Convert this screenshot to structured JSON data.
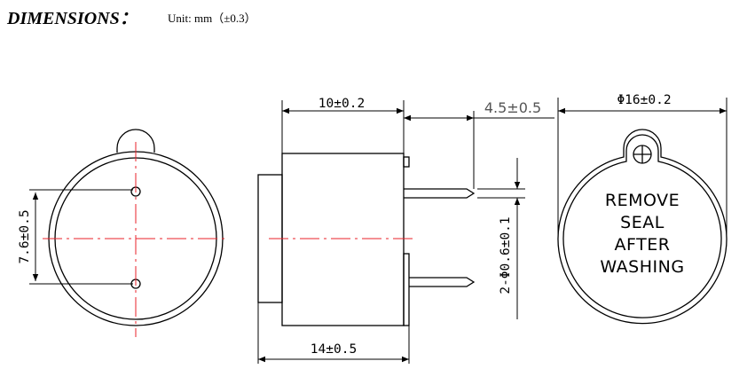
{
  "header": {
    "title": "DIMENSIONS：",
    "unit_note": "Unit: mm（±0.3）"
  },
  "dimensions": {
    "body_length": "10±0.2",
    "pin_protrusion": "4.5±0.5",
    "outer_diameter": "Φ16±0.2",
    "total_length": "14±0.5",
    "pin_spacing": "7.6±0.5",
    "pin_diameter": "2-Φ0.6±0.1"
  },
  "seal_label": {
    "line1": "REMOVE",
    "line2": "SEAL",
    "line3": "AFTER",
    "line4": "WASHING"
  },
  "colors": {
    "outline": "#000000",
    "centerline": "#e8202a",
    "secondary_text": "#555555"
  }
}
